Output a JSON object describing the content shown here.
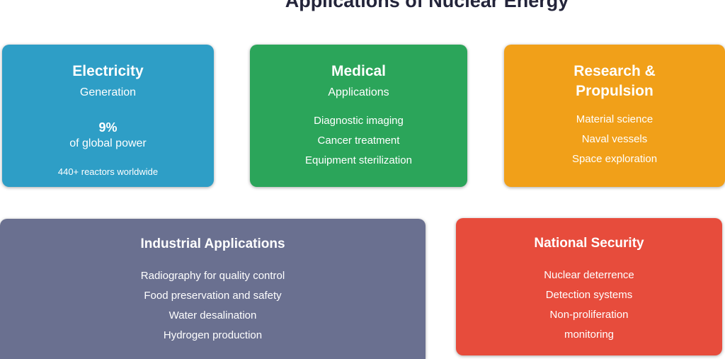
{
  "title": "Applications of Nuclear Energy",
  "colors": {
    "background": "#ffffff",
    "title_text": "#23243a",
    "card_text": "#ffffff",
    "electricity_card": "#2e9ec6",
    "medical_card": "#2ba55a",
    "research_card": "#f1a019",
    "industrial_card": "#6a7090",
    "security_card": "#e74c3c"
  },
  "cards": {
    "electricity": {
      "title": "Electricity",
      "subtitle": "Generation",
      "stat_value": "9%",
      "stat_label": "of global power",
      "footnote": "440+ reactors worldwide"
    },
    "medical": {
      "title": "Medical",
      "subtitle": "Applications",
      "items": [
        "Diagnostic imaging",
        "Cancer treatment",
        "Equipment sterilization"
      ]
    },
    "research": {
      "title_line1": "Research &",
      "title_line2": "Propulsion",
      "items": [
        "Material science",
        "Naval vessels",
        "Space exploration"
      ]
    },
    "industrial": {
      "title": "Industrial Applications",
      "items": [
        "Radiography for quality control",
        "Food preservation and safety",
        "Water desalination",
        "Hydrogen production"
      ]
    },
    "security": {
      "title": "National Security",
      "items": [
        "Nuclear deterrence",
        "Detection systems",
        "Non-proliferation",
        "monitoring"
      ]
    }
  }
}
